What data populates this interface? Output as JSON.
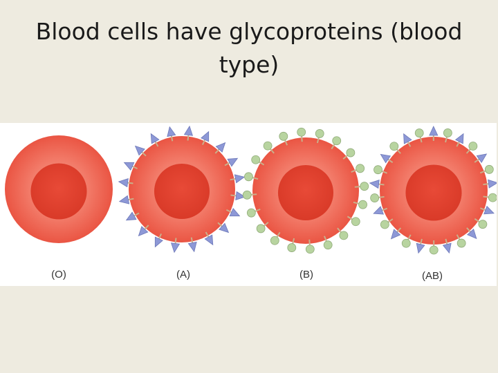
{
  "slide": {
    "title": "Blood cells have glycoproteins (blood type)"
  },
  "colors": {
    "background": "#eeebe0",
    "panel": "#ffffff",
    "cell_outer": "#ee5e4c",
    "cell_inner": "#e0402e",
    "antigen_a": "#8d98d6",
    "antigen_b": "#b8d4a0",
    "stem": "#c9b08c"
  },
  "cells": [
    {
      "label": "(O)",
      "antigens": []
    },
    {
      "label": "(A)",
      "antigens": [
        "A"
      ]
    },
    {
      "label": "(B)",
      "antigens": [
        "B"
      ]
    },
    {
      "label": "(AB)",
      "antigens": [
        "A",
        "B"
      ]
    }
  ]
}
